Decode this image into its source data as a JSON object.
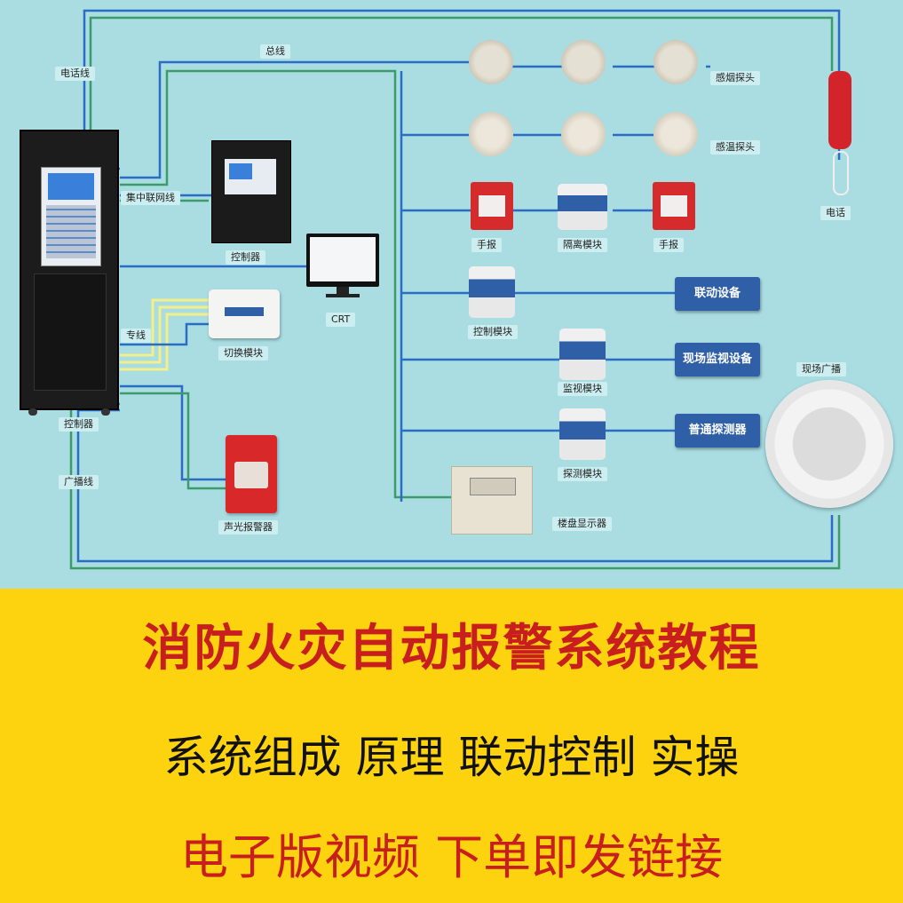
{
  "diagram": {
    "wire_labels": {
      "phone_line": "电话线",
      "bus": "总线",
      "central_network_line": "集中联网线",
      "dedicated_line": "专线",
      "broadcast_line": "广播线"
    },
    "devices": {
      "cabinet": "控制器",
      "controller": "控制器",
      "crt": "CRT",
      "switch_module": "切换模块",
      "sound_light_alarm": "声光报警器",
      "smoke_detector": "感烟探头",
      "heat_detector": "感温探头",
      "manual_alarm_left": "手报",
      "isolation_module": "隔离模块",
      "manual_alarm_right": "手报",
      "control_module": "控制模块",
      "monitor_module": "监视模块",
      "detector_module": "探测模块",
      "floor_display": "楼盘显示器",
      "telephone": "电话",
      "site_broadcast": "现场广播"
    },
    "equipment": {
      "linkage_device": "联动设备",
      "site_monitor_device": "现场监视设备",
      "ordinary_detector": "普通探测器"
    },
    "colors": {
      "background": "#a9dde2",
      "wire_blue": "#2b6cc4",
      "wire_green": "#3d9b6b",
      "wire_yellow": "#f3ef8a",
      "box_blue": "#2f5fa6"
    }
  },
  "banner": {
    "title": "消防火灾自动报警系统教程",
    "subtitle": "系统组成 原理 联动控制 实操",
    "footer": "电子版视频 下单即发链接",
    "colors": {
      "background": "#fdd20f",
      "title": "#c81e1e",
      "subtitle": "#111111",
      "footer": "#c81e1e"
    }
  }
}
